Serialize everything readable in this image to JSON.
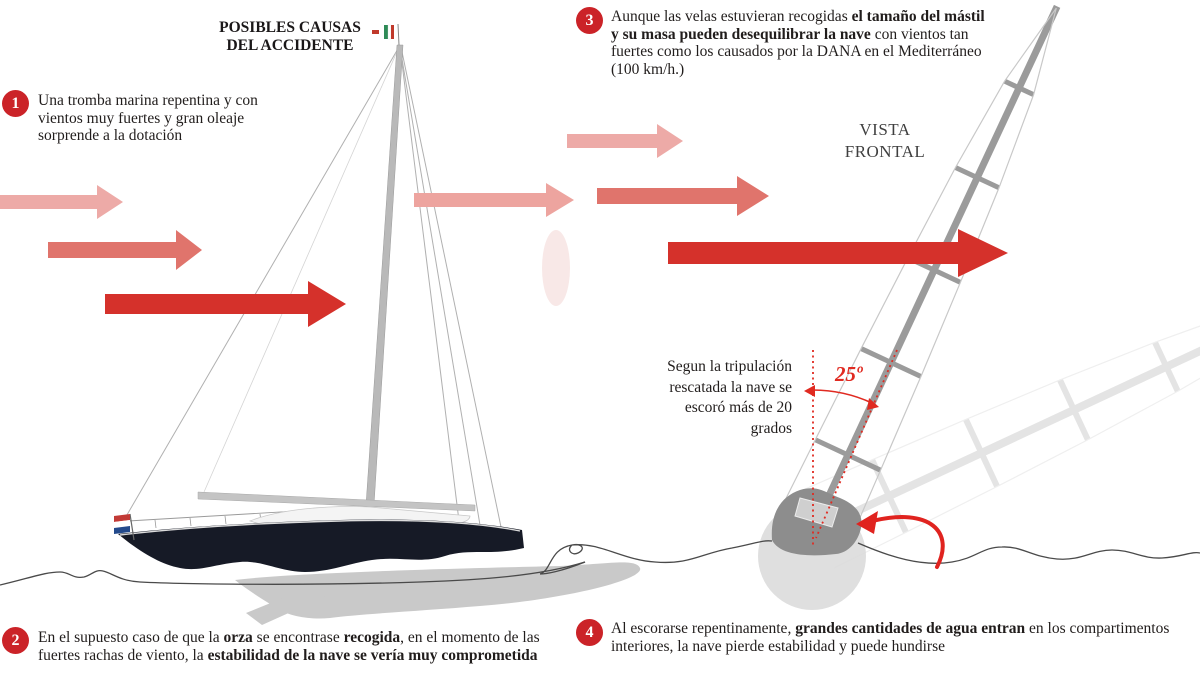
{
  "title": {
    "line1": "POSIBLES CAUSAS",
    "line2": "DEL ACCIDENTE"
  },
  "labels": {
    "vista_line1": "VISTA",
    "vista_line2": "FRONTAL",
    "heel_line1": "Segun la tripulación",
    "heel_line2": "rescatada la nave se",
    "heel_line3": "escoró más de 20",
    "heel_line4": "grados",
    "angle": "25º"
  },
  "callouts": {
    "c1": {
      "number": "1",
      "seg1": "Una tromba marina repentina y con vientos muy fuertes y gran oleaje sorprende a la dotación"
    },
    "c2": {
      "number": "2",
      "seg1": "En el supuesto caso de que la ",
      "seg2": "orza",
      "seg3": " se encontrase ",
      "seg4": "recogida",
      "seg5": ", en el momento de las fuertes rachas de viento, la ",
      "seg6": "estabilidad de la nave se vería muy comprometida"
    },
    "c3": {
      "number": "3",
      "seg1": "Aunque las velas estuvieran recogidas ",
      "seg2": "el tamaño del mástil y su masa pueden desequilibrar la nave",
      "seg3": " con vientos tan fuertes como los causados por la DANA en el Mediterráneo (100 km/h.)"
    },
    "c4": {
      "number": "4",
      "seg1": "Al escorarse repentinamente, ",
      "seg2": "grandes cantidades de agua entran",
      "seg3": " en los compartimentos interiores, la nave pierde estabilidad y puede hundirse"
    }
  },
  "colors": {
    "badge_red": "#cb2328",
    "accent_red": "#e02a21",
    "arrow_light": "#edaaa7",
    "arrow_medium": "#e0746c",
    "arrow_strong": "#d5312b",
    "mast_gray": "#9b9b9b",
    "ghost_gray": "#e4e4e4",
    "hull_dark": "#161a26",
    "underwater_gray": "#c9c9c9",
    "text": "#211d1c"
  }
}
